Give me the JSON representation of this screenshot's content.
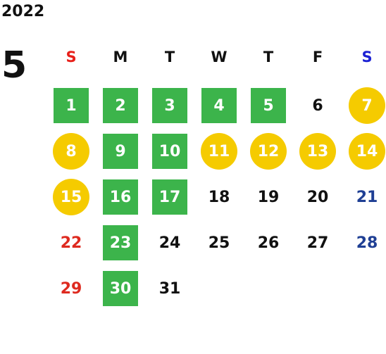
{
  "calendar": {
    "year": "2022",
    "month": "5",
    "weekdays": [
      {
        "label": "S",
        "color": "#e8201a"
      },
      {
        "label": "M",
        "color": "#111111"
      },
      {
        "label": "T",
        "color": "#111111"
      },
      {
        "label": "W",
        "color": "#111111"
      },
      {
        "label": "T",
        "color": "#111111"
      },
      {
        "label": "F",
        "color": "#111111"
      },
      {
        "label": "S",
        "color": "#1d22d4"
      }
    ],
    "first_weekday_index": 0,
    "days": [
      {
        "day": "1",
        "style": "green"
      },
      {
        "day": "2",
        "style": "green"
      },
      {
        "day": "3",
        "style": "green"
      },
      {
        "day": "4",
        "style": "green"
      },
      {
        "day": "5",
        "style": "green"
      },
      {
        "day": "6",
        "style": "plain"
      },
      {
        "day": "7",
        "style": "yellow"
      },
      {
        "day": "8",
        "style": "yellow"
      },
      {
        "day": "9",
        "style": "green"
      },
      {
        "day": "10",
        "style": "green"
      },
      {
        "day": "11",
        "style": "yellow"
      },
      {
        "day": "12",
        "style": "yellow"
      },
      {
        "day": "13",
        "style": "yellow"
      },
      {
        "day": "14",
        "style": "yellow"
      },
      {
        "day": "15",
        "style": "yellow"
      },
      {
        "day": "16",
        "style": "green"
      },
      {
        "day": "17",
        "style": "green"
      },
      {
        "day": "18",
        "style": "plain"
      },
      {
        "day": "19",
        "style": "plain"
      },
      {
        "day": "20",
        "style": "plain"
      },
      {
        "day": "21",
        "style": "plain"
      },
      {
        "day": "22",
        "style": "plain"
      },
      {
        "day": "23",
        "style": "green"
      },
      {
        "day": "24",
        "style": "plain"
      },
      {
        "day": "25",
        "style": "plain"
      },
      {
        "day": "26",
        "style": "plain"
      },
      {
        "day": "27",
        "style": "plain"
      },
      {
        "day": "28",
        "style": "plain"
      },
      {
        "day": "29",
        "style": "plain"
      },
      {
        "day": "30",
        "style": "green"
      },
      {
        "day": "31",
        "style": "plain"
      }
    ],
    "colors": {
      "sunday_text": "#de2a1f",
      "saturday_text": "#1f3f94",
      "weekday_text": "#111111",
      "green_fill": "#3cb44b",
      "yellow_fill": "#f5cb00",
      "highlight_text": "#ffffff"
    }
  }
}
